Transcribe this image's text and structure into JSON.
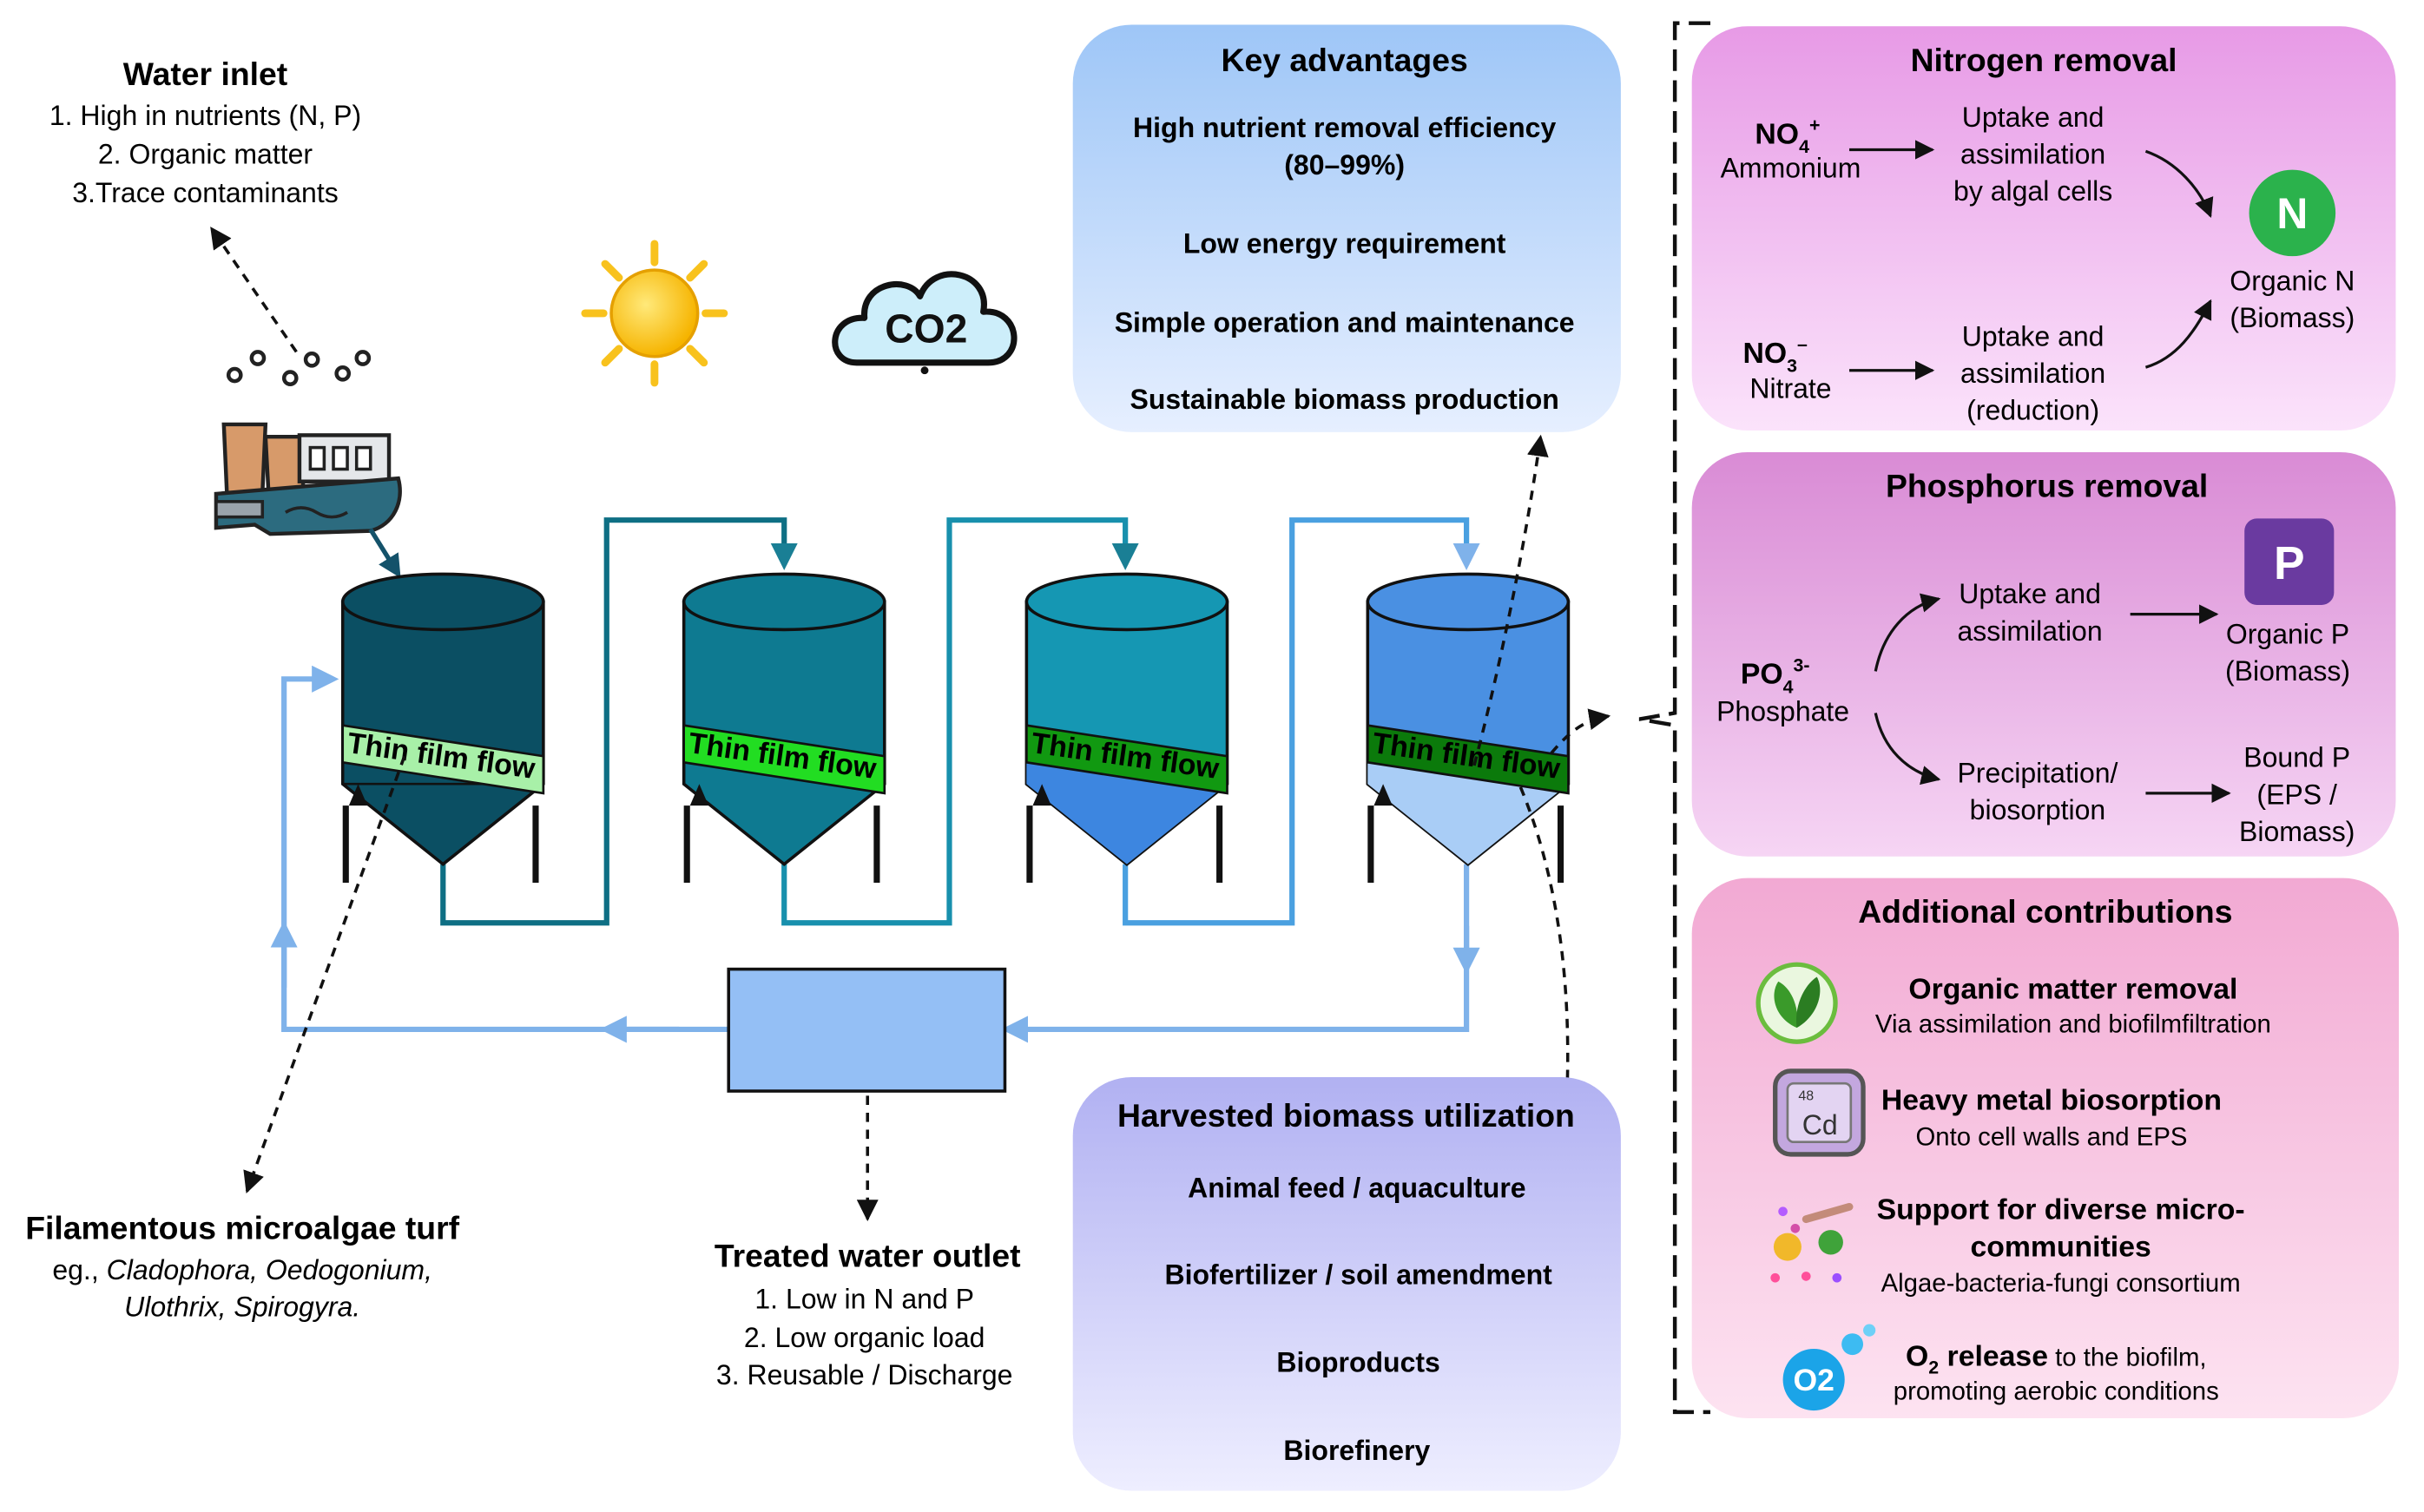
{
  "water_inlet": {
    "title": "Water inlet",
    "items": [
      "1. High in nutrients (N, P)",
      "2. Organic matter",
      "3.Trace contaminants"
    ]
  },
  "co2_label": "CO2",
  "key_advantages": {
    "title": "Key advantages",
    "items": [
      "High nutrient removal efficiency",
      "(80–99%)",
      "Low energy requirement",
      "Simple operation and maintenance",
      "Sustainable biomass  production"
    ]
  },
  "tanks": {
    "band_label": "Thin film flow",
    "colors": [
      "#0b4f63",
      "#0e7a91",
      "#1597b3",
      "#4a90e2"
    ],
    "band_colors": [
      "#a8f0a8",
      "#22dd22",
      "#119911",
      "#0b7a0b"
    ]
  },
  "filamentous": {
    "title": "Filamentous microalgae turf",
    "line1_prefix": "eg., ",
    "line1_species": "Cladophora,  Oedogonium,",
    "line2_species": "Ulothrix,  Spirogyra."
  },
  "treated_outlet": {
    "title": "Treated water outlet",
    "items": [
      "1. Low in N and P",
      "2. Low organic load",
      "3. Reusable / Discharge"
    ]
  },
  "harvested": {
    "title": "Harvested biomass utilization",
    "items": [
      "Animal feed / aquaculture",
      "Biofertilizer / soil  amendment",
      "Bioproducts",
      "Biorefinery"
    ]
  },
  "nitrogen": {
    "title": "Nitrogen removal",
    "ammonium_formula": "NO",
    "ammonium_sub": "4",
    "ammonium_sup": "+",
    "ammonium": "Ammonium",
    "nitrate_formula": "NO",
    "nitrate_sub": "3",
    "nitrate_sup": "–",
    "nitrate": "Nitrate",
    "uptake1": [
      "Uptake and",
      "assimilation",
      "by algal cells"
    ],
    "uptake2": [
      "Uptake and",
      "assimilation",
      "(reduction)"
    ],
    "badge": "N",
    "result": [
      "Organic N",
      "(Biomass)"
    ]
  },
  "phosphorus": {
    "title": "Phosphorus removal",
    "formula": "PO",
    "formula_sub": "4",
    "formula_sup": "3-",
    "phosphate": "Phosphate",
    "uptake": [
      "Uptake and",
      "assimilation"
    ],
    "precip": [
      "Precipitation/",
      "biosorption"
    ],
    "badge": "P",
    "organic": [
      "Organic P",
      "(Biomass)"
    ],
    "bound": [
      "Bound P",
      "(EPS /",
      "Biomass)"
    ]
  },
  "additional": {
    "title": "Additional  contributions",
    "organic_title": "Organic matter removal",
    "organic_sub": "Via assimilation and biofilmfiltration",
    "cd_number": "48",
    "cd_symbol": "Cd",
    "metal_title": "Heavy metal biosorption",
    "metal_sub": "Onto cell walls and EPS",
    "micro_title": [
      "Support for diverse micro-",
      "communities"
    ],
    "micro_sub": "Algae-bacteria-fungi consortium",
    "o2_badge": "O2",
    "o2_title": "O",
    "o2_title_sub": "2",
    "o2_title_rest": " release",
    "o2_tail": " to the biofilm,",
    "o2_line2": "promoting aerobic conditions"
  }
}
